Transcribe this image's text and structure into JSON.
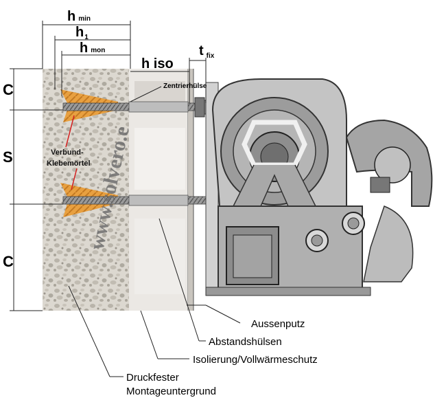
{
  "dimensions": {
    "h_min": {
      "main": "h",
      "sub": "min"
    },
    "h1": {
      "main": "h",
      "sub": "1"
    },
    "h_mon": {
      "main": "h",
      "sub": "mon"
    },
    "h_iso": "h iso",
    "t_fix": {
      "main": "t",
      "sub": "fix"
    }
  },
  "side_labels": {
    "top": "C",
    "middle": "S",
    "bottom": "C"
  },
  "labels": {
    "centering_sleeve": "Zentrierhülse",
    "adhesive_line1": "Verbund-",
    "adhesive_line2": "Klebemörtel",
    "outer_plaster": "Aussenputz",
    "spacer_sleeves": "Abstandshülsen",
    "insulation": "Isolierung/Vollwärmeschutz",
    "base_line1": "Druckfester",
    "base_line2": "Montageuntergrund"
  },
  "watermark": "www.solvero.e",
  "colors": {
    "adhesive": "#e8a040",
    "annotation_red": "#d42020",
    "masonry": "#d8d4cc",
    "insulation": "#e6e2de",
    "machine": "#8a8a8a"
  }
}
